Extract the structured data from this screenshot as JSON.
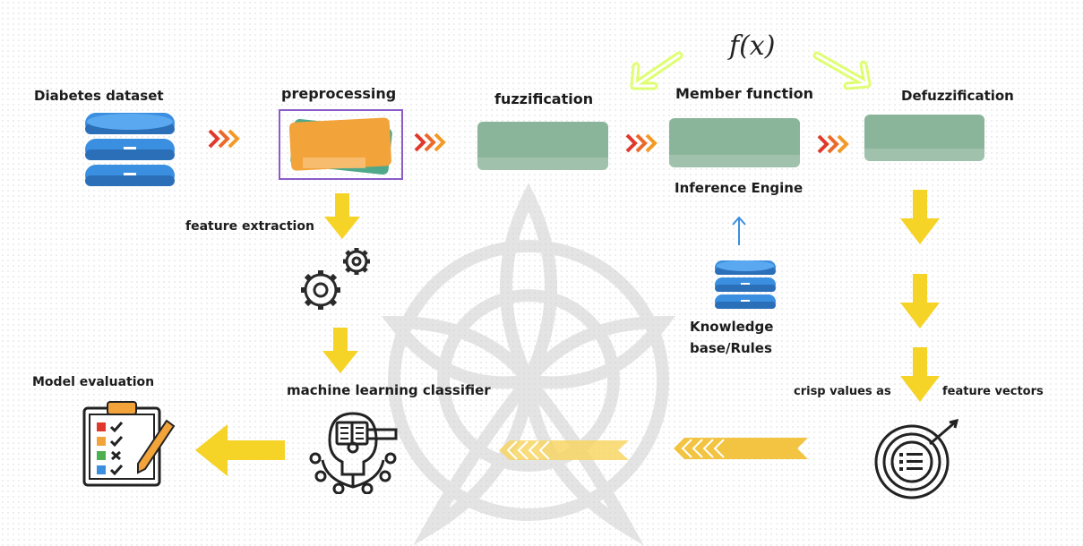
{
  "diagram": {
    "formula": "f(x)",
    "labels": {
      "dataset": "Diabetes  dataset",
      "preprocessing": "preprocessing",
      "fuzzification": "fuzzification",
      "member_function": "Member function",
      "defuzzification": "Defuzzification",
      "inference_engine": "Inference Engine",
      "feature_extraction": "feature extraction",
      "knowledge_base_line1": "Knowledge",
      "knowledge_base_line2": "base/Rules",
      "model_evaluation": "Model evaluation",
      "ml_classifier": "machine learning classifier",
      "crisp_values": "crisp values as",
      "feature_vectors": "feature vectors"
    }
  },
  "colors": {
    "database_blue": "#3b8fe0",
    "process_green": "#8bb59a",
    "preprocess_orange": "#f2a33a",
    "preprocess_border": "#8a5cc9",
    "arrow_yellow": "#f5d327",
    "chevron_red": "#e0392b",
    "chevron_orange": "#f39a26",
    "glow_arrow": "#c8ff00",
    "ribbon_yellow": "#f2c442"
  },
  "icons": [
    "database-icon",
    "gears-icon",
    "clipboard-checklist-icon",
    "brain-circuit-icon",
    "target-checklist-icon",
    "up-arrow-icon"
  ]
}
